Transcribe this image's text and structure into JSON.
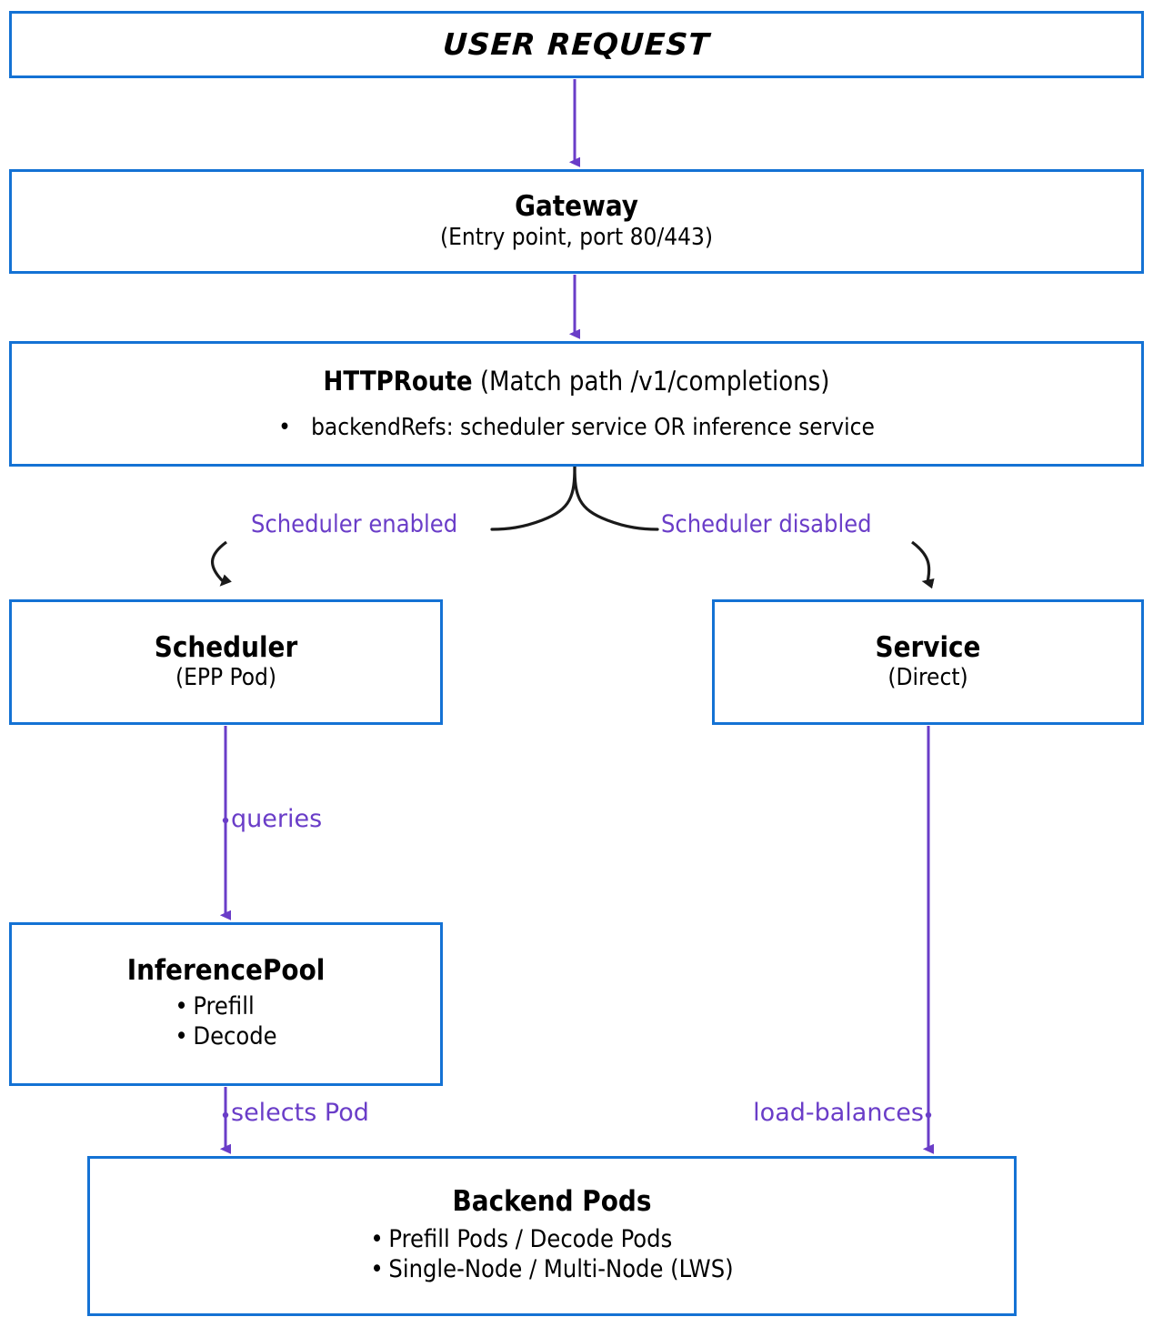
{
  "diagram": {
    "title": "Gateway / Scheduler request routing flow",
    "colors": {
      "node_border": "#1472d4",
      "arrow_purple": "#6a3dc8",
      "branch_line": "#1a1a1a",
      "text": "#000000",
      "background": "#ffffff"
    }
  },
  "nodes": {
    "user_request": {
      "title": "USER REQUEST"
    },
    "gateway": {
      "title": "Gateway",
      "subtitle": "(Entry point, port 80/443)"
    },
    "httproute": {
      "title": "HTTPRoute",
      "title_suffix": "(Match path /v1/completions)",
      "bullets": [
        "backendRefs: scheduler service OR inference service"
      ]
    },
    "scheduler": {
      "title": "Scheduler",
      "subtitle": "(EPP Pod)"
    },
    "service": {
      "title": "Service",
      "subtitle": "(Direct)"
    },
    "inferencepool": {
      "title": "InferencePool",
      "bullets": [
        "Prefill",
        "Decode"
      ]
    },
    "backendpods": {
      "title": "Backend Pods",
      "bullets": [
        "Prefill Pods / Decode Pods",
        "Single-Node / Multi-Node (LWS)"
      ]
    }
  },
  "edges": {
    "user_to_gateway": {
      "label": ""
    },
    "gateway_to_httproute": {
      "label": ""
    },
    "httproute_to_scheduler": {
      "label": "Scheduler enabled"
    },
    "httproute_to_service": {
      "label": "Scheduler disabled"
    },
    "scheduler_to_pool": {
      "label": "queries"
    },
    "pool_to_backend": {
      "label": "selects Pod"
    },
    "service_to_backend": {
      "label": "load-balances"
    }
  },
  "glyphs": {
    "bullet": "•"
  }
}
